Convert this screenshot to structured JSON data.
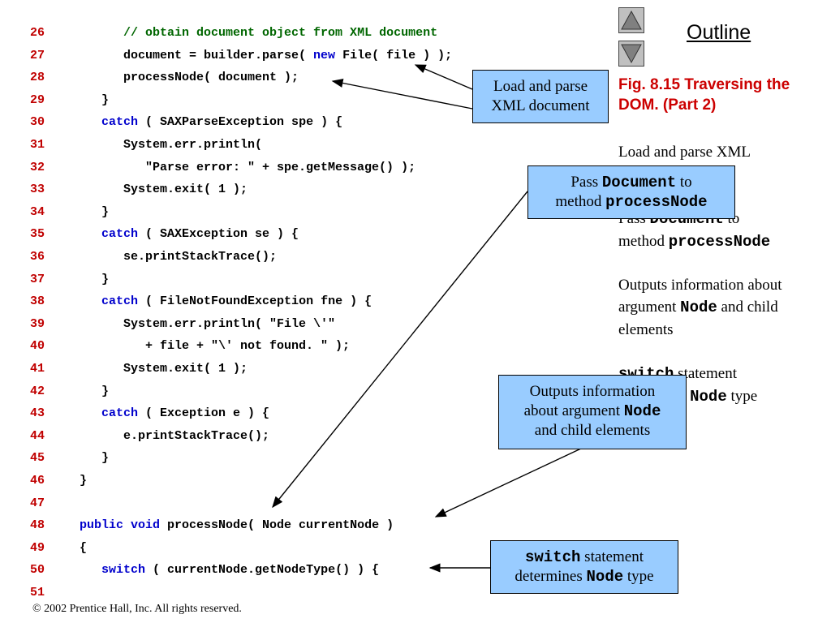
{
  "nav": {
    "up_icon": "triangle-up-icon",
    "down_icon": "triangle-down-icon",
    "outline_label": "Outline"
  },
  "figure": {
    "title": "Fig. 8.15  Traversing the DOM. (Part 2)"
  },
  "side_notes": {
    "n1": {
      "text": "Load and parse XML"
    },
    "n2": {
      "pre": "Pass ",
      "code": "Document",
      "mid": " to",
      "line2_pre": "method ",
      "line2_code": "processNode"
    },
    "n3": {
      "line1": "Outputs information about",
      "pre": "argument ",
      "code": "Node",
      "post": " and child",
      "line3": "elements"
    },
    "n4": {
      "code": "switch",
      "post": " statement",
      "pre2": "determines ",
      "code2": "Node",
      "post2": " type"
    }
  },
  "callouts": {
    "load": {
      "line1": "Load and parse",
      "line2": "XML document"
    },
    "pass": {
      "pre": "Pass ",
      "code": "Document",
      "post": " to",
      "line2_pre": "method ",
      "line2_code": "processNode"
    },
    "outputs": {
      "line1": "Outputs information",
      "pre": "about argument ",
      "code": "Node",
      "line3": "and child elements"
    },
    "switch": {
      "code": "switch",
      "post": " statement",
      "pre2": "determines ",
      "code2": "Node",
      "post2": " type"
    }
  },
  "code_lines": [
    {
      "num": "26",
      "a": "      ",
      "b": "",
      "c": "// obtain document object from XML document",
      "d": ""
    },
    {
      "num": "27",
      "a": "      document = builder.parse( ",
      "b": "new",
      "c": "",
      "d": " File( file ) );"
    },
    {
      "num": "28",
      "a": "      processNode( document );",
      "b": "",
      "c": "",
      "d": ""
    },
    {
      "num": "29",
      "a": "   }",
      "b": "",
      "c": "",
      "d": ""
    },
    {
      "num": "30",
      "a": "   ",
      "b": "catch",
      "c": "",
      "d": " ( SAXParseException spe ) {"
    },
    {
      "num": "31",
      "a": "      System.err.println(",
      "b": "",
      "c": "",
      "d": ""
    },
    {
      "num": "32",
      "a": "         \"Parse error: \" + spe.getMessage() );",
      "b": "",
      "c": "",
      "d": ""
    },
    {
      "num": "33",
      "a": "      System.exit( 1 );",
      "b": "",
      "c": "",
      "d": ""
    },
    {
      "num": "34",
      "a": "   }",
      "b": "",
      "c": "",
      "d": ""
    },
    {
      "num": "35",
      "a": "   ",
      "b": "catch",
      "c": "",
      "d": " ( SAXException se ) {"
    },
    {
      "num": "36",
      "a": "      se.printStackTrace();",
      "b": "",
      "c": "",
      "d": ""
    },
    {
      "num": "37",
      "a": "   }",
      "b": "",
      "c": "",
      "d": ""
    },
    {
      "num": "38",
      "a": "   ",
      "b": "catch",
      "c": "",
      "d": " ( FileNotFoundException fne ) {"
    },
    {
      "num": "39",
      "a": "      System.err.println( \"File \\'\"",
      "b": "",
      "c": "",
      "d": ""
    },
    {
      "num": "40",
      "a": "         + file + \"\\' not found. \" );",
      "b": "",
      "c": "",
      "d": ""
    },
    {
      "num": "41",
      "a": "      System.exit( 1 );",
      "b": "",
      "c": "",
      "d": ""
    },
    {
      "num": "42",
      "a": "   }",
      "b": "",
      "c": "",
      "d": ""
    },
    {
      "num": "43",
      "a": "   ",
      "b": "catch",
      "c": "",
      "d": " ( Exception e ) {"
    },
    {
      "num": "44",
      "a": "      e.printStackTrace();",
      "b": "",
      "c": "",
      "d": ""
    },
    {
      "num": "45",
      "a": "   }",
      "b": "",
      "c": "",
      "d": ""
    },
    {
      "num": "46",
      "a": "}",
      "b": "",
      "c": "",
      "d": ""
    },
    {
      "num": "47",
      "a": "",
      "b": "",
      "c": "",
      "d": ""
    },
    {
      "num": "48",
      "a": "",
      "b": "public void",
      "c": "",
      "d": " processNode( Node currentNode )"
    },
    {
      "num": "49",
      "a": "{",
      "b": "",
      "c": "",
      "d": ""
    },
    {
      "num": "50",
      "a": "   ",
      "b": "switch",
      "c": "",
      "d": " ( currentNode.getNodeType() ) {"
    },
    {
      "num": "51",
      "a": "",
      "b": "",
      "c": "",
      "d": ""
    }
  ],
  "footer": {
    "copyright": "© 2002 Prentice Hall, Inc.  All rights reserved."
  }
}
